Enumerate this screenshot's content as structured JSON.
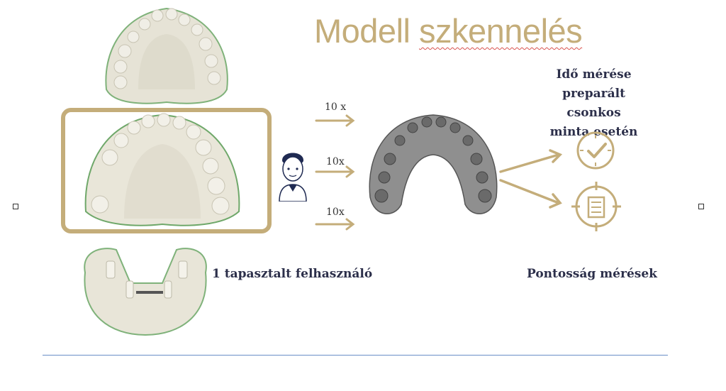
{
  "slide": {
    "title_word1": "Modell",
    "title_word2": "szkennelés",
    "time_text": [
      "Idő mérése",
      "preparált csonkos",
      "minta esetén"
    ],
    "accuracy_text": "Pontosság mérések",
    "user_text": "1 tapasztalt felhasználó",
    "arrow_labels": [
      "10 x",
      "10x",
      "10x"
    ],
    "accent_color": "#c4ad7a",
    "text_color": "#2c2f4a",
    "line_color": "#6a8fc7"
  },
  "icons": [
    "upper-jaw-model-image",
    "palate-model-image",
    "prepared-stump-model-image",
    "dentist-avatar-icon",
    "scanned-arch-image",
    "clock-check-icon",
    "target-checklist-icon"
  ]
}
